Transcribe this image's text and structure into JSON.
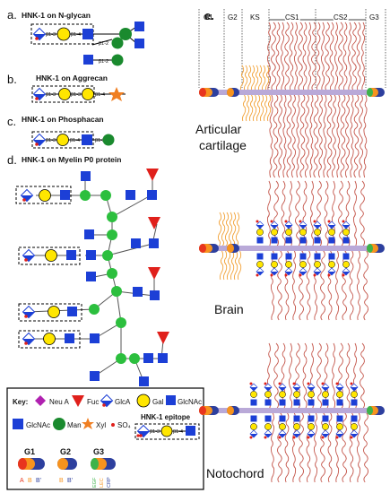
{
  "panel_a": {
    "letter": "a.",
    "title": "HNK-1 on N-glycan",
    "links": [
      "β1-3",
      "β1-4",
      "β1-2",
      "β1-2"
    ]
  },
  "panel_b": {
    "letter": "b.",
    "title": "HNK-1 on Aggrecan",
    "links": [
      "β1-3",
      "β1-3",
      "β1-4"
    ]
  },
  "panel_c": {
    "letter": "c.",
    "title": "HNK-1 on Phosphacan",
    "links": [
      "β1-3",
      "β1-4",
      "β1-2"
    ]
  },
  "panel_d": {
    "letter": "d.",
    "title": "HNK-1 on Myelin P0 protein"
  },
  "panel_e": {
    "letter": "e.",
    "domains": [
      "G1",
      "G2",
      "KS",
      "CS1",
      "CS2",
      "G3"
    ],
    "tissues": [
      {
        "line1": "Articular",
        "line2": "cartilage"
      },
      {
        "line1": "Brain",
        "line2": ""
      },
      {
        "line1": "Notochord",
        "line2": ""
      }
    ]
  },
  "key": {
    "title": "Key:",
    "items": [
      "Neu A",
      "Fuc",
      "GlcA",
      "Gal",
      "GlcNAc",
      "GlcNAc",
      "Man",
      "Xyl",
      "SO₄"
    ],
    "epitope_label": "HNK-1 epitope",
    "epitope_links": [
      "β1-3",
      "β1-4"
    ],
    "modules": [
      {
        "name": "G1",
        "sub": [
          "A",
          "B",
          "B'"
        ]
      },
      {
        "name": "G2",
        "sub": [
          "B",
          "B'"
        ]
      },
      {
        "name": "G3",
        "sub": [
          "EGF",
          "LEC",
          "CRP"
        ]
      }
    ]
  },
  "colors": {
    "glcnac": "#1c3fd6",
    "gal": "#ffe600",
    "man": "#1a8a2e",
    "fuc": "#e0201b",
    "xyl": "#f07f22",
    "neua": "#b021b0",
    "so4": "#e0201b",
    "core": "#b9a9d8",
    "chain": "#c4564b",
    "ks": "#f2a33a",
    "g1_red": "#e8351e",
    "g1_orange": "#f7931e",
    "g1_blue": "#2d3f9e",
    "g3_green": "#3db34a"
  }
}
